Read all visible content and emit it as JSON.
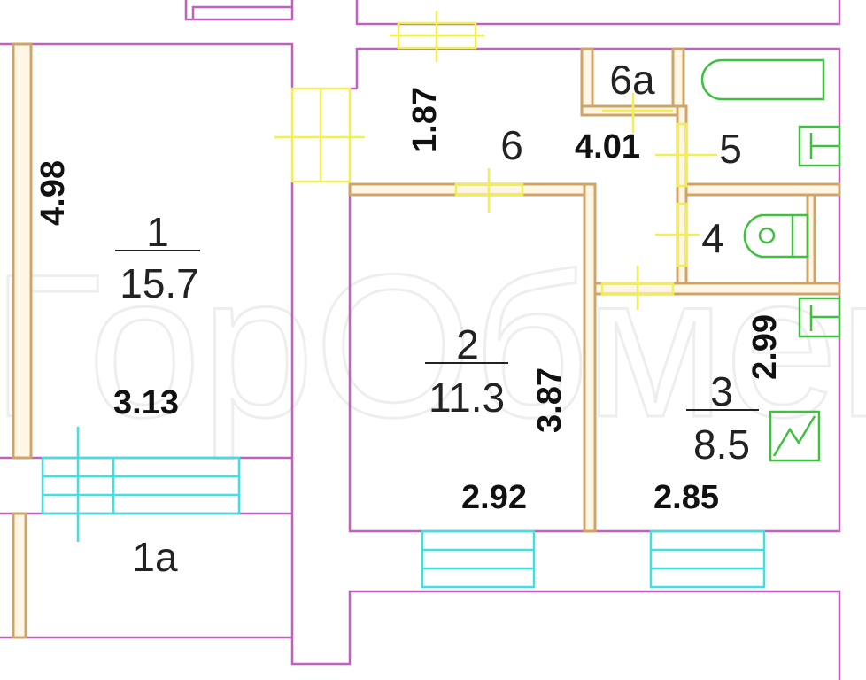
{
  "watermark": "ГорОбмен",
  "colors": {
    "exterior_wall": "#c060c0",
    "interior_wall": "#d0a468",
    "door": "#f0f050",
    "window": "#40e0e0",
    "fixture": "#40c040"
  },
  "rooms": {
    "r1": {
      "number": "1",
      "area": "15.7",
      "width": "3.13",
      "length": "4.98"
    },
    "r1a": {
      "number": "1a"
    },
    "r2": {
      "number": "2",
      "area": "11.3",
      "width": "2.92",
      "length": "3.87"
    },
    "r3": {
      "number": "3",
      "area": "8.5",
      "width": "2.85",
      "length": "2.99"
    },
    "r4": {
      "number": "4"
    },
    "r5": {
      "number": "5"
    },
    "r6": {
      "number": "6",
      "width": "1.87",
      "length": "4.01"
    },
    "r6a": {
      "number": "6a"
    }
  }
}
